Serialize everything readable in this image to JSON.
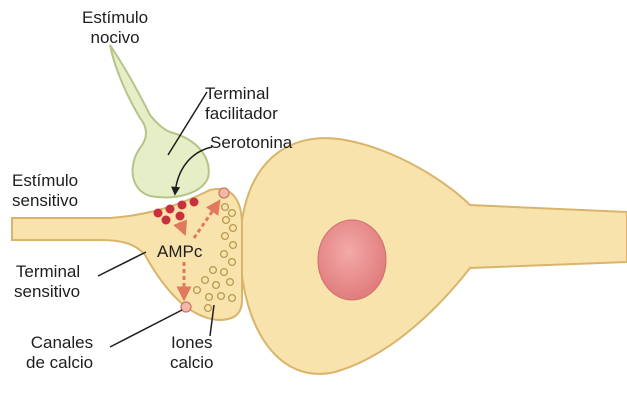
{
  "labels": {
    "noxious_stimulus": [
      "Estímulo",
      "nocivo"
    ],
    "facilitator_terminal": [
      "Terminal",
      "facilitador"
    ],
    "serotonin": "Serotonina",
    "sensory_stimulus": [
      "Estímulo",
      "sensitivo"
    ],
    "ampc": "AMPc",
    "sensory_terminal": [
      "Terminal",
      "sensitivo"
    ],
    "calcium_channels": [
      "Canales",
      "de calcio"
    ],
    "calcium_ions": [
      "Iones",
      "calcio"
    ]
  },
  "colors": {
    "neuron_fill": "#f9e3ad",
    "neuron_stroke": "#d9b46a",
    "facilitator_fill": "#e6eec8",
    "facilitator_stroke": "#b5c488",
    "nucleus_fill": "#ec8f8f",
    "vesicle_dot": "#c9303e",
    "arrow_dashed": "#e07a5f",
    "channel_fill": "#f4b8a8",
    "leader_line": "#1e1e1e"
  }
}
